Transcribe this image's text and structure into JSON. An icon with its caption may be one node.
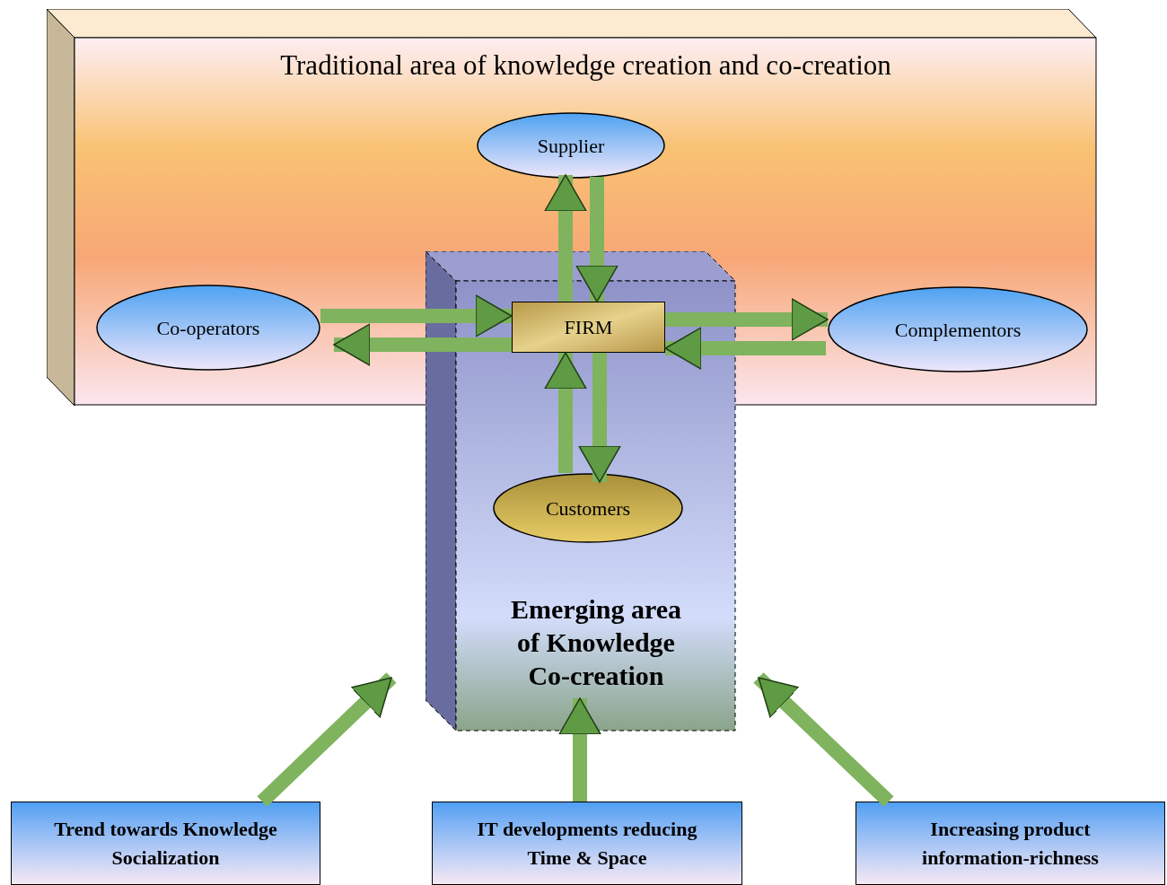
{
  "diagram": {
    "nodes": [
      {
        "text": [
          "Traditional area of knowledge creation and co-creation"
        ]
      },
      {
        "text": [
          "Emerging area of Knowledge Co-creation"
        ]
      },
      {
        "text": [
          "Supplier"
        ],
        "in": 0
      },
      {
        "text": [
          "Co-operators"
        ],
        "in": 0
      },
      {
        "text": [
          "FIRM"
        ]
      },
      {
        "text": [
          "Complementors"
        ],
        "in": 0
      },
      {
        "text": [
          "Customers"
        ],
        "in": 1
      },
      {
        "text": [
          "Trend towards Knowledge Socialization"
        ]
      },
      {
        "text": [
          "IT developments reducing Time & Space"
        ]
      },
      {
        "text": [
          "Increasing product information-richness"
        ]
      }
    ],
    "edges": [
      {
        "from": 4,
        "to": 2,
        "arrow": "to"
      },
      {
        "from": 2,
        "to": 4,
        "arrow": "to"
      },
      {
        "from": 3,
        "to": 4,
        "arrow": "to"
      },
      {
        "from": 4,
        "to": 3,
        "arrow": "to"
      },
      {
        "from": 4,
        "to": 5,
        "arrow": "to"
      },
      {
        "from": 5,
        "to": 4,
        "arrow": "to"
      },
      {
        "from": 6,
        "to": 4,
        "arrow": "to"
      },
      {
        "from": 4,
        "to": 6,
        "arrow": "to"
      },
      {
        "from": 7,
        "to": 1,
        "arrow": "to"
      },
      {
        "from": 8,
        "to": 1,
        "arrow": "to"
      },
      {
        "from": 9,
        "to": 1,
        "arrow": "to"
      }
    ]
  }
}
